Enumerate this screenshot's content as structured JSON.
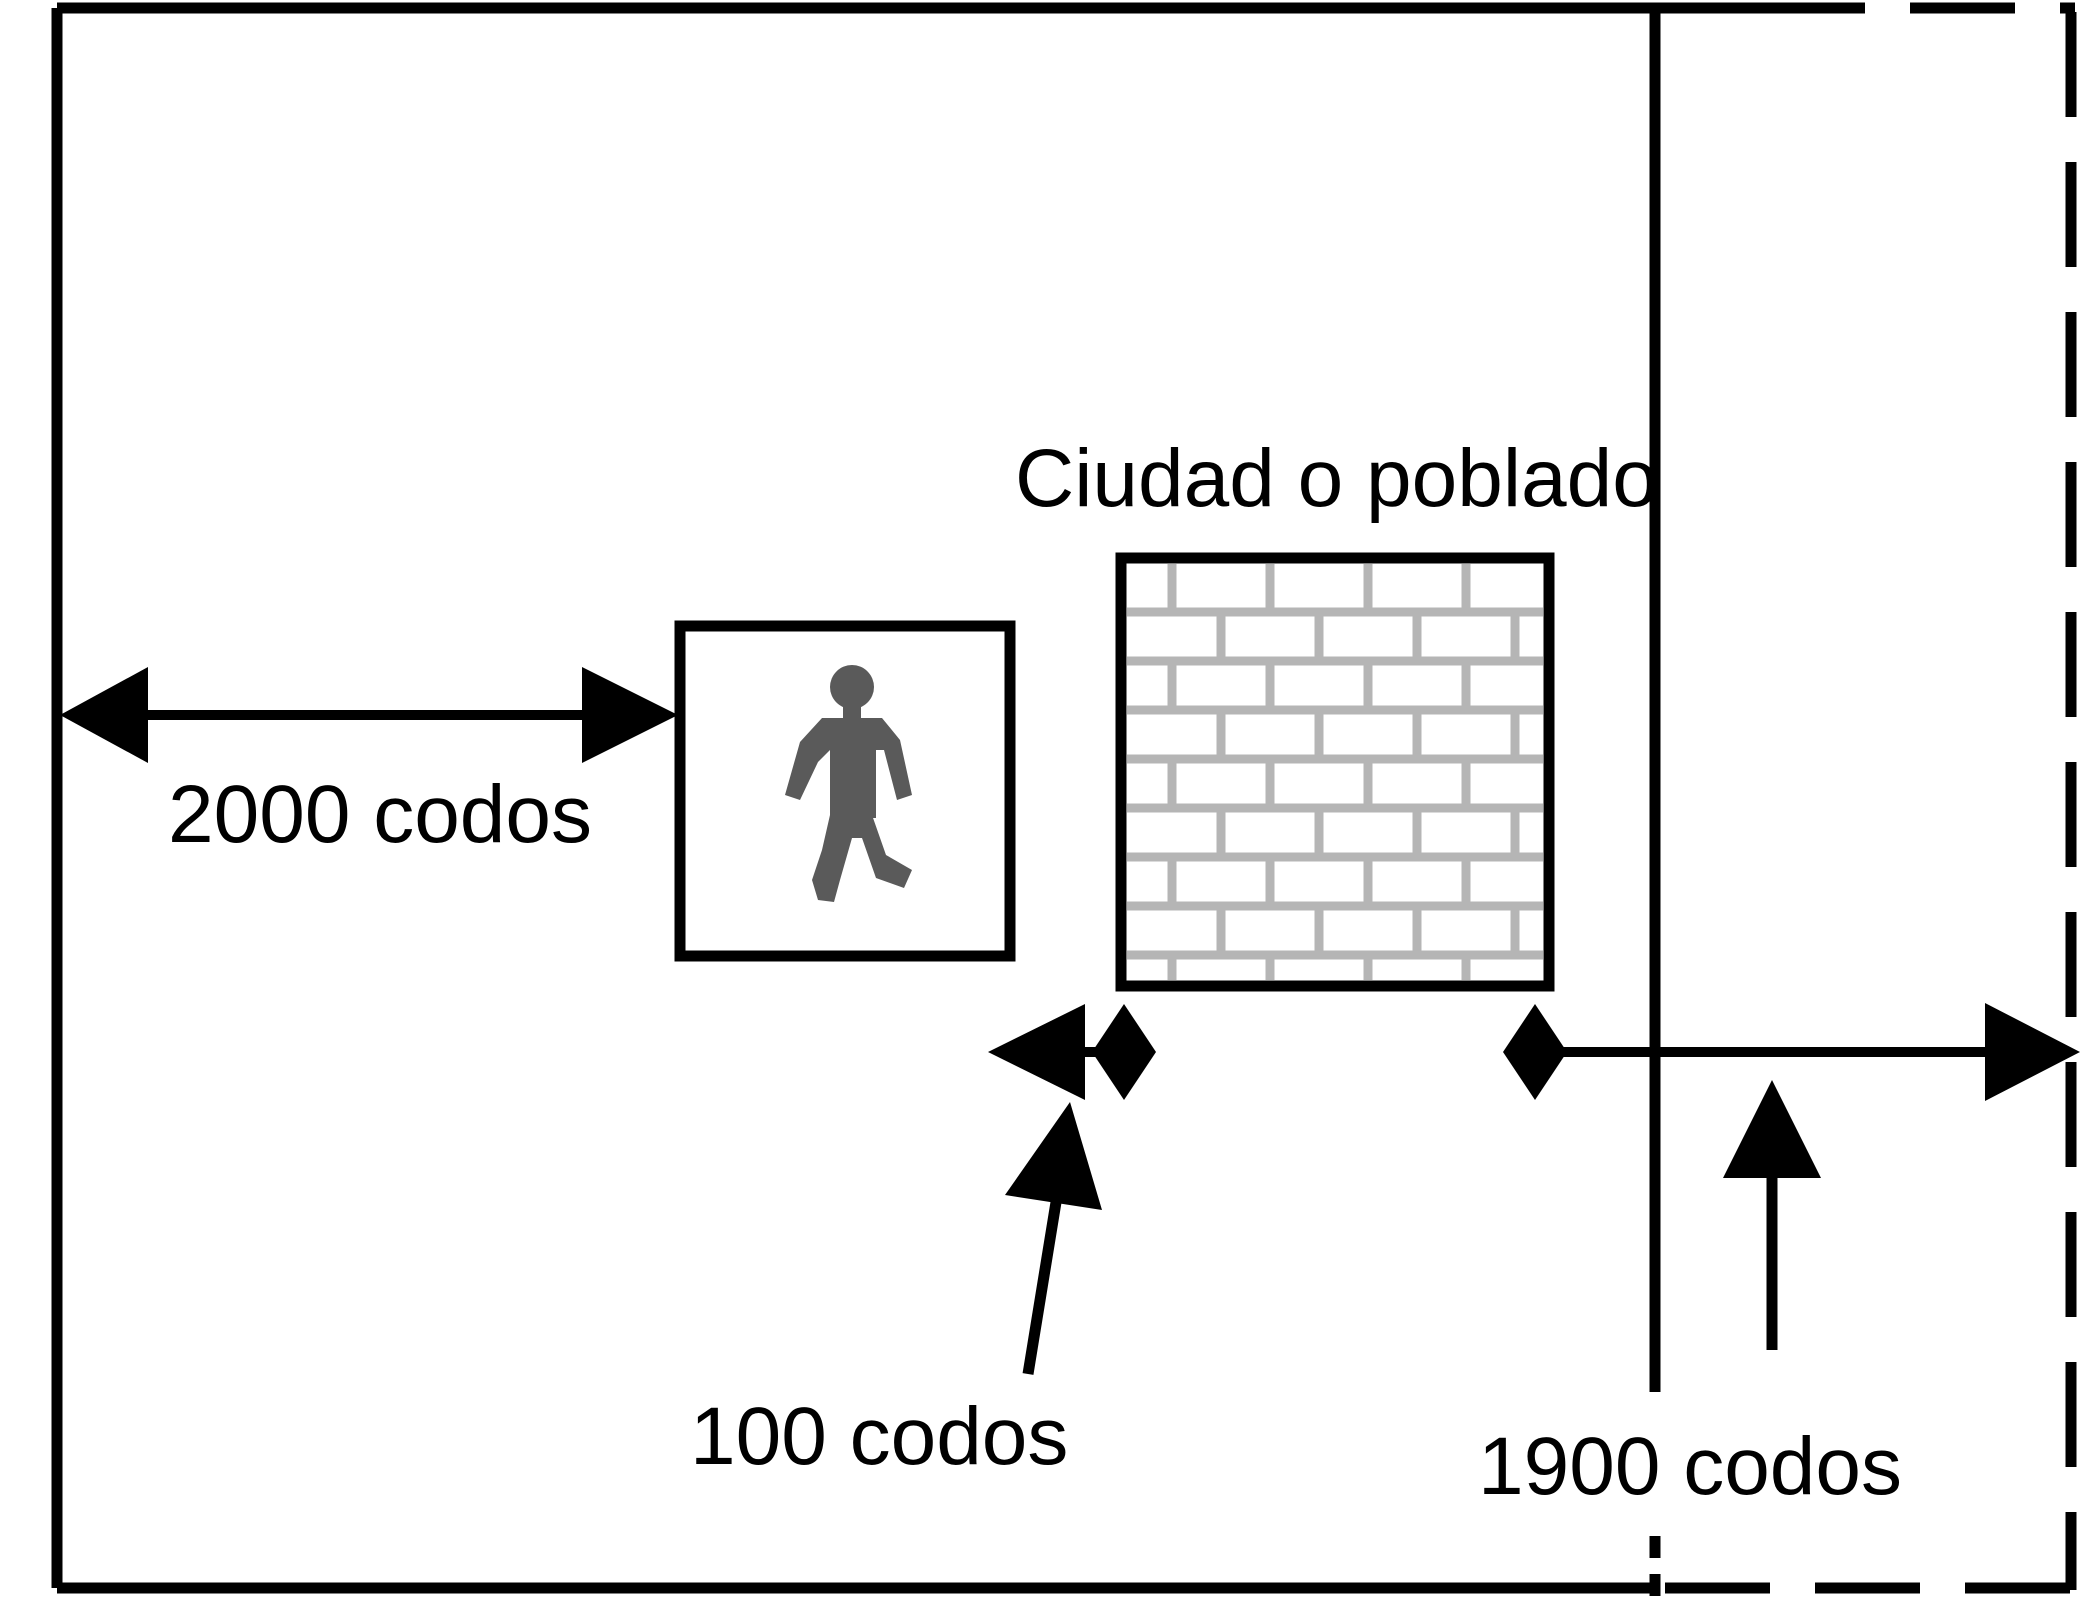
{
  "labels": {
    "city": "Ciudad o poblado",
    "distance_2000": "2000 codos",
    "distance_100": "100 codos",
    "distance_1900": "1900 codos"
  },
  "icons": {
    "person": "walking-person-icon",
    "city": "brick-wall-icon"
  },
  "colors": {
    "line": "#000000",
    "person": "#5a5a5a",
    "brick_mortar": "#b5b5b5",
    "background": "#ffffff"
  }
}
